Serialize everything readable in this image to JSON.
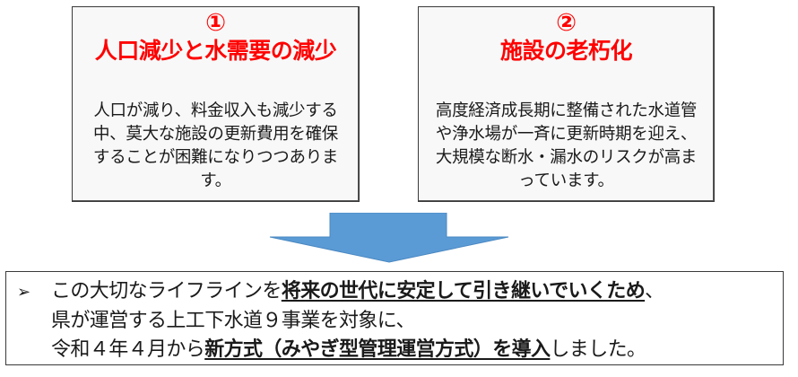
{
  "issues": [
    {
      "number": "①",
      "title": "人口減少と水需要の減少",
      "description": "人口が減り、料金収入も減少する中、莫大な施設の更新費用を確保することが困難になりつつあります。"
    },
    {
      "number": "②",
      "title": "施設の老朽化",
      "description": "高度経済成長期に整備された水道管や浄水場が一斉に更新時期を迎え、大規模な断水・漏水のリスクが高まっています。"
    }
  ],
  "arrow": {
    "icon": "down-arrow-icon",
    "color": "#5b9bd5"
  },
  "summary": {
    "bullet": "➢",
    "line1_pre": "この大切なライフラインを",
    "line1_em": "将来の世代に安定して引き継いでいくため",
    "line1_post": "、",
    "line2": "県が運営する上工下水道９事業を対象に、",
    "line3_pre": "令和４年４月から",
    "line3_em": "新方式（みやぎ型管理運営方式）を導入",
    "line3_post": "しました。"
  },
  "colors": {
    "accent_red": "#ff0000",
    "arrow_blue": "#5b9bd5",
    "box_bg": "#f8f8f8"
  }
}
